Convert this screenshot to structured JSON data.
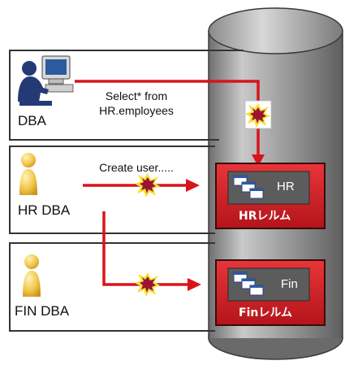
{
  "actors": {
    "dba": "DBA",
    "hr_dba": "HR DBA",
    "fin_dba": "FIN DBA"
  },
  "actions": {
    "dba_query_line1": "Select* from",
    "dba_query_line2": "HR.employees",
    "hr_create": "Create user....."
  },
  "realms": {
    "hr": {
      "name": "HR",
      "caption": "HRレルム"
    },
    "fin": {
      "name": "Fin",
      "caption": "Finレルム"
    }
  },
  "colors": {
    "arrow": "#d8141b",
    "realm_fill": "#d11a1f",
    "realm_inner": "#595959",
    "cylinder": "#a8a8a8",
    "person": "#f2c64a",
    "blocked_burst": "#9b1530"
  },
  "icons": {
    "dba": "computer-user-icon",
    "hr_dba": "person-icon",
    "fin_dba": "person-icon",
    "blocked": "blocked-burst-icon",
    "realm": "windows-group-icon"
  }
}
